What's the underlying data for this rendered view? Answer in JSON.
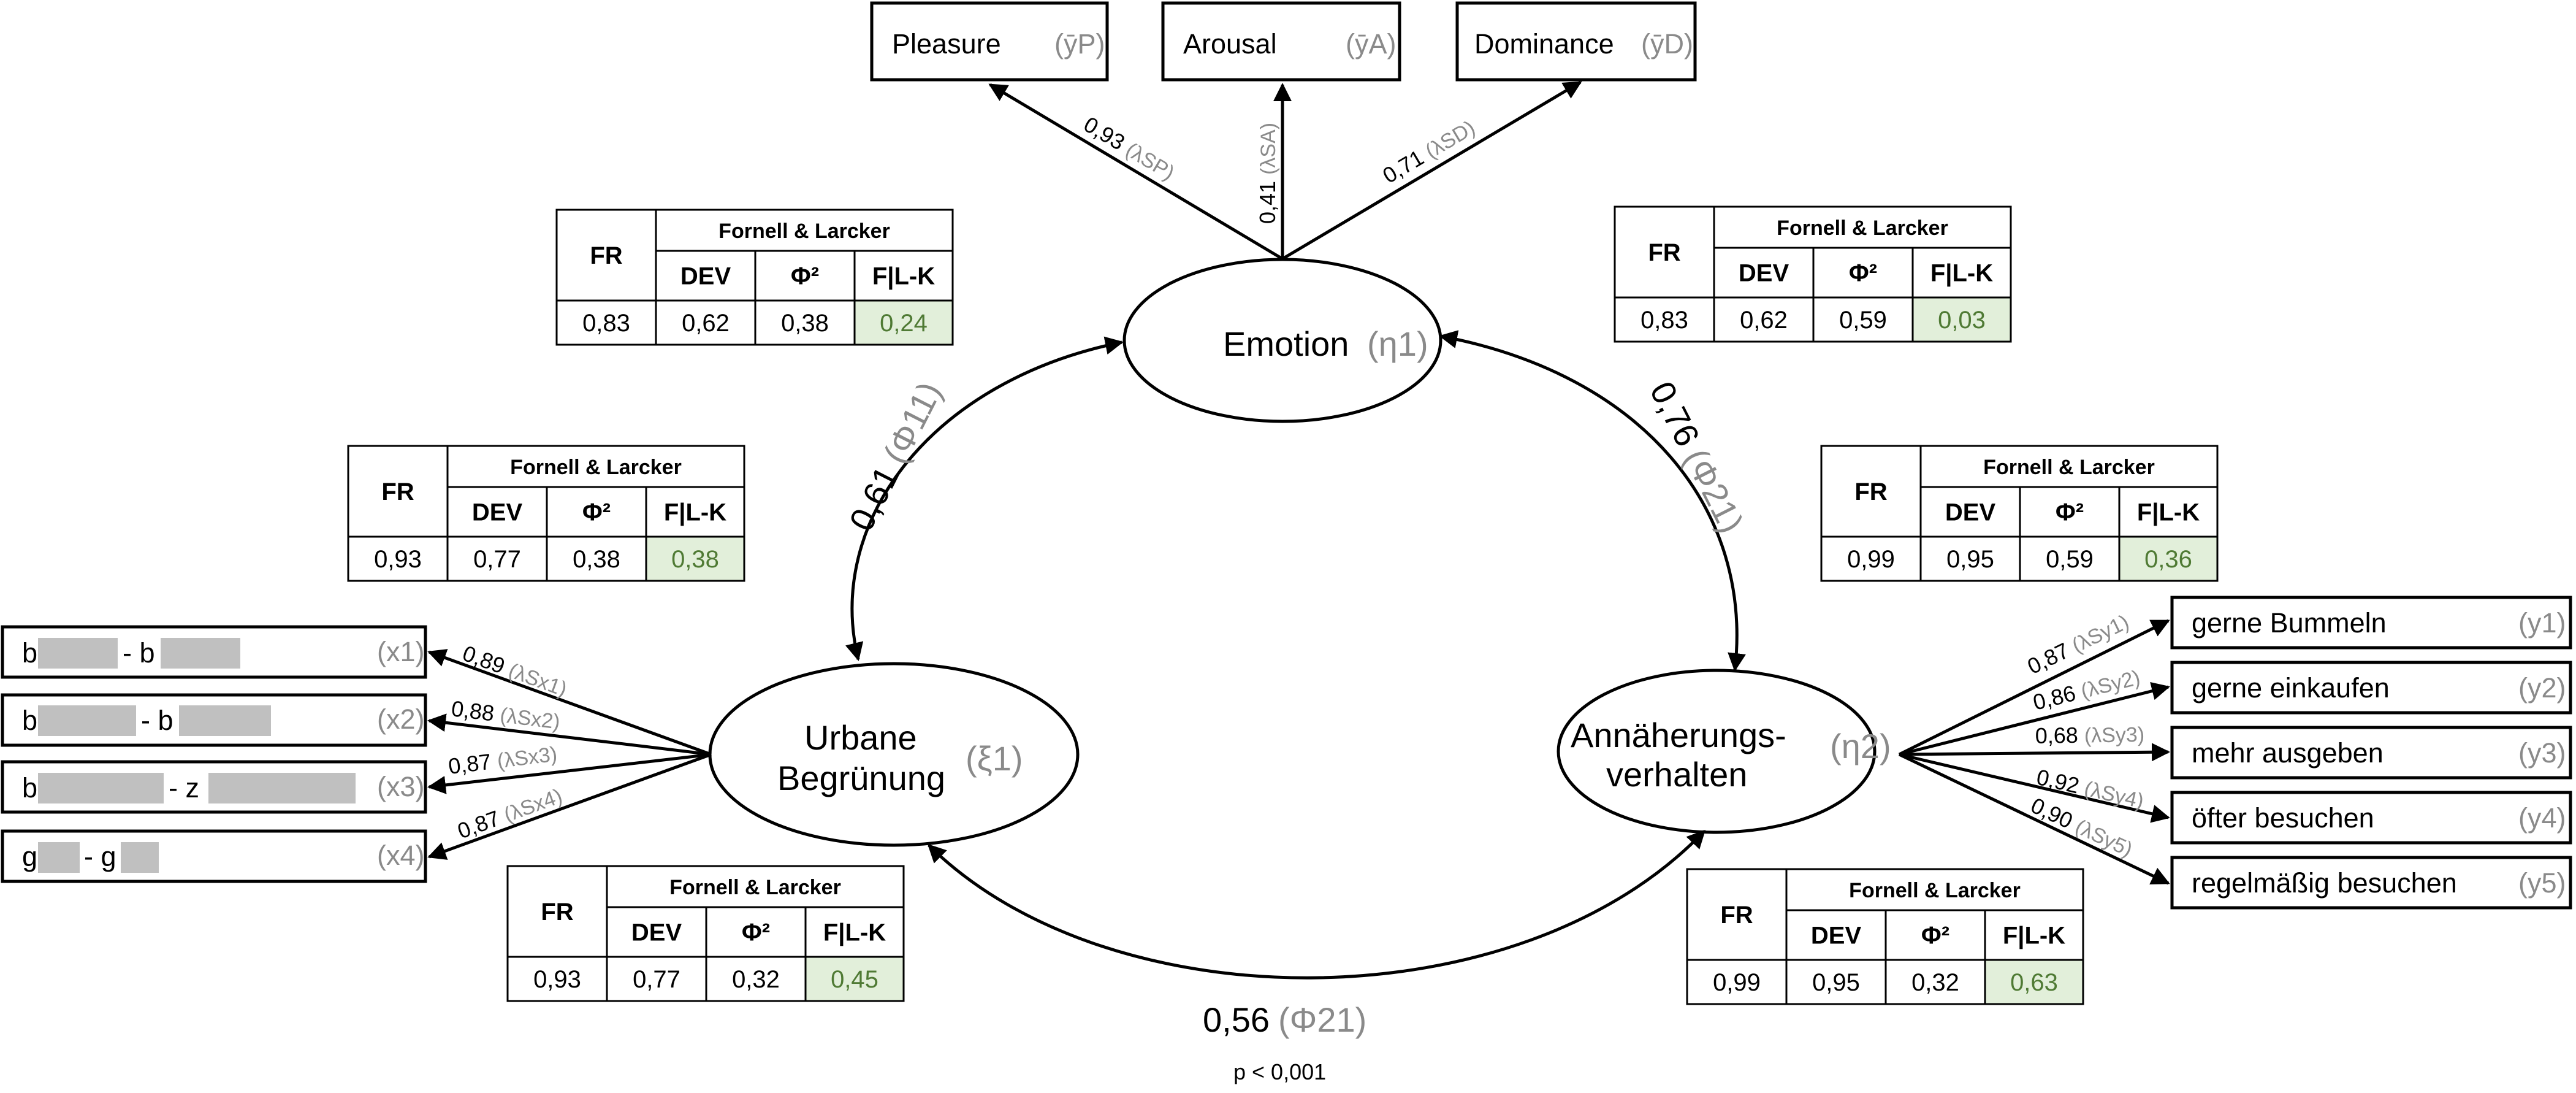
{
  "latent": {
    "emotion": {
      "label": "Emotion",
      "symbol": "(η1)"
    },
    "urban": {
      "label1": "Urbane",
      "label2": "Begrünung",
      "symbol": "(ξ1)"
    },
    "approach": {
      "label1": "Annäherungs-",
      "label2": "verhalten",
      "symbol": "(η2)"
    }
  },
  "emotion_indicators": [
    {
      "label": "Pleasure",
      "symbol": "(ȳP)",
      "coef": "0,93",
      "coef_sym": "(λSP)"
    },
    {
      "label": "Arousal",
      "symbol": "(ȳA)",
      "coef": "0,41",
      "coef_sym": "(λSA)"
    },
    {
      "label": "Dominance",
      "symbol": "(ȳD)",
      "coef": "0,71",
      "coef_sym": "(λSD)"
    }
  ],
  "x_indicators": [
    {
      "label_a": "b",
      "sep": "- b",
      "symbol": "(x1)",
      "coef": "0,89",
      "coef_sym": "(λSx1)"
    },
    {
      "label_a": "b",
      "sep": "- b",
      "symbol": "(x2)",
      "coef": "0,88",
      "coef_sym": "(λSx2)"
    },
    {
      "label_a": "b",
      "sep": "- z",
      "symbol": "(x3)",
      "coef": "0,87",
      "coef_sym": "(λSx3)"
    },
    {
      "label_a": "g",
      "sep": "- g",
      "symbol": "(x4)",
      "coef": "0,87",
      "coef_sym": "(λSx4)"
    }
  ],
  "y_indicators": [
    {
      "label": "gerne Bummeln",
      "symbol": "(y1)",
      "coef": "0,87",
      "coef_sym": "(λSy1)"
    },
    {
      "label": "gerne einkaufen",
      "symbol": "(y2)",
      "coef": "0,86",
      "coef_sym": "(λSy2)"
    },
    {
      "label": "mehr ausgeben",
      "symbol": "(y3)",
      "coef": "0,68",
      "coef_sym": "(λSy3)"
    },
    {
      "label": "öfter besuchen",
      "symbol": "(y4)",
      "coef": "0,92",
      "coef_sym": "(λSy4)"
    },
    {
      "label": "regelmäßig besuchen",
      "symbol": "(y5)",
      "coef": "0,90",
      "coef_sym": "(λSy5)"
    }
  ],
  "paths": {
    "urban_emotion": {
      "value": "0,61",
      "symbol": "(Φ11)"
    },
    "emotion_approach": {
      "value": "0,76",
      "symbol": "(Φ21)"
    },
    "urban_approach": {
      "value": "0,56",
      "symbol": "(Φ21)"
    }
  },
  "significance": "p < 0,001",
  "fl_headers": {
    "fr": "FR",
    "group": "Fornell & Larcker",
    "dev": "DEV",
    "phi": "Φ²",
    "flk": "F|L-K"
  },
  "fl_tables": [
    {
      "fr": "0,83",
      "dev": "0,62",
      "phi": "0,38",
      "flk": "0,24"
    },
    {
      "fr": "0,83",
      "dev": "0,62",
      "phi": "0,59",
      "flk": "0,03"
    },
    {
      "fr": "0,93",
      "dev": "0,77",
      "phi": "0,38",
      "flk": "0,38"
    },
    {
      "fr": "0,99",
      "dev": "0,95",
      "phi": "0,59",
      "flk": "0,36"
    },
    {
      "fr": "0,93",
      "dev": "0,77",
      "phi": "0,32",
      "flk": "0,45"
    },
    {
      "fr": "0,99",
      "dev": "0,95",
      "phi": "0,32",
      "flk": "0,63"
    }
  ],
  "colors": {
    "line": "#000000",
    "symbol_gray": "#8a8a8a",
    "redaction_gray": "#c0c0c0",
    "highlight_green_bg": "#e2efda",
    "highlight_green_text": "#4f7a34"
  }
}
